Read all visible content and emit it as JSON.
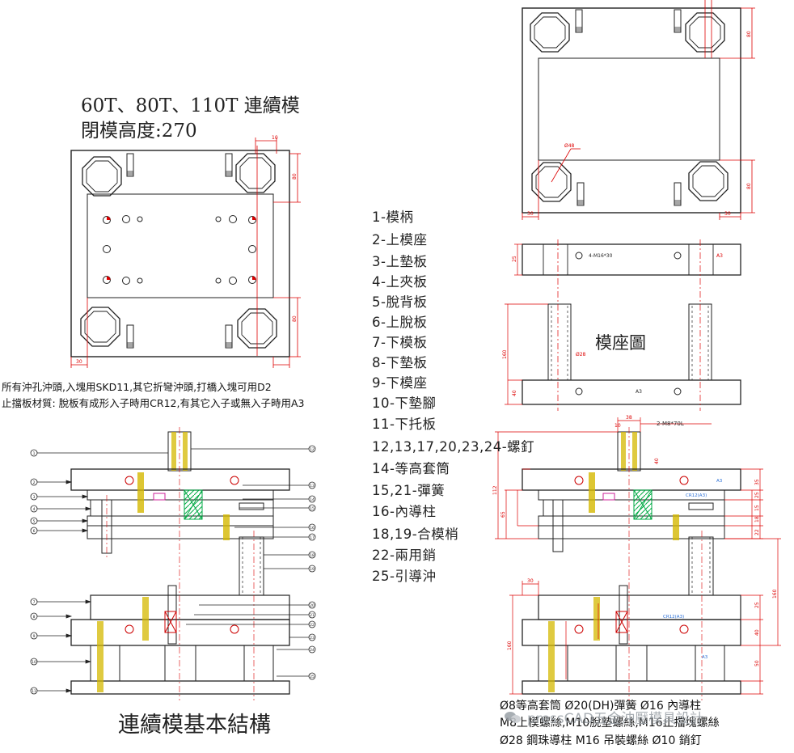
{
  "title": {
    "line1": "60T、80T、110T 連續模",
    "line2": "閉模高度:270"
  },
  "notes": {
    "line1": "所有沖孔沖頭,入塊用SKD11,其它折彎沖頭,打橋入塊可用D2",
    "line2": "止擋板材質:  脫板有成形入子時用CR12,有其它入子或無入子時用A3"
  },
  "legend": [
    "1-模柄",
    "2-上模座",
    "3-上墊板",
    "4-上夾板",
    "5-脫背板",
    "6-上脫板",
    "7-下模板",
    "8-下墊板",
    "9-下模座",
    "10-下墊腳",
    "11-下托板",
    "12,13,17,20,23,24-螺釘",
    "14-等高套筒",
    "15,21-彈簧",
    "16-內導柱",
    "18,19-合模梢",
    "22-兩用銷",
    "25-引導沖"
  ],
  "labels": {
    "mold_base_drawing": "模座圖",
    "basic_structure": "連續模基本結構",
    "screw_note": "2-M8*70L",
    "hole_note": "4-M16*30",
    "material_a3": "A3",
    "material_cr12": "CR12(A3)",
    "dia_48": "Ø48",
    "dia_28": "Ø28"
  },
  "bottom_notes": {
    "line1": "Ø8等高套筒  Ø20(DH)彈簧 Ø16 內導柱",
    "line2": "M8上模螺絲,M10脫墊螺絲,M16止擋塊螺絲",
    "line3": "Ø28 鋼珠導柱  M16 吊裝螺絲  Ø10 銷釘"
  },
  "watermark": "pressCAD五金沖壓模具設計",
  "dimensions": {
    "top_plan": [
      "10",
      "80",
      "80",
      "30"
    ],
    "top_right": [
      "80",
      "80",
      "30",
      "30"
    ],
    "mid_right": [
      "25",
      "160",
      "40"
    ],
    "section_right": [
      "38",
      "10",
      "40",
      "112",
      "35",
      "25",
      "15",
      "18",
      "22",
      "160",
      "30",
      "160",
      "25",
      "40",
      "50",
      "65"
    ]
  },
  "balloons": [
    "1",
    "2",
    "3",
    "4",
    "5",
    "6",
    "7",
    "8",
    "9",
    "10",
    "11",
    "12",
    "13",
    "14",
    "15",
    "16",
    "17",
    "18",
    "19",
    "20",
    "21",
    "22",
    "23",
    "24",
    "25"
  ],
  "colors": {
    "line": "#222222",
    "dimension": "#dd0000",
    "spring": "#00aa44",
    "bolt": "#d4b800",
    "accent_blue": "#2a6fd6",
    "magenta": "#cc2299"
  }
}
